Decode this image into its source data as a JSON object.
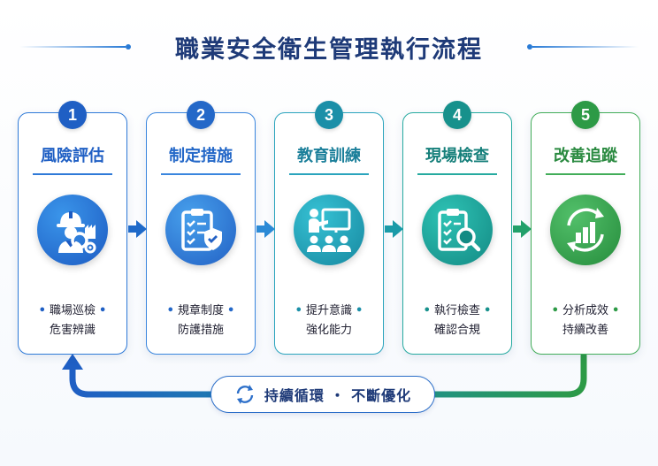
{
  "title": "職業安全衛生管理執行流程",
  "steps": [
    {
      "number": "1",
      "title": "風險評估",
      "line1": "職場巡檢",
      "line2": "危害辨識",
      "color": "#1f5fc4",
      "light": "#2f86e0",
      "icon": "worker-inspection-icon"
    },
    {
      "number": "2",
      "title": "制定措施",
      "line1": "規章制度",
      "line2": "防護措施",
      "color": "#2468c8",
      "light": "#3a8fe0",
      "icon": "clipboard-shield-icon"
    },
    {
      "number": "3",
      "title": "教育訓練",
      "line1": "提升意識",
      "line2": "強化能力",
      "color": "#1b8fa8",
      "light": "#2bb3c8",
      "icon": "training-presentation-icon"
    },
    {
      "number": "4",
      "title": "現場檢查",
      "line1": "執行檢查",
      "line2": "確認合規",
      "color": "#17918c",
      "light": "#22b3a8",
      "icon": "clipboard-magnifier-icon"
    },
    {
      "number": "5",
      "title": "改善追蹤",
      "line1": "分析成效",
      "line2": "持續改善",
      "color": "#2d9a46",
      "light": "#46b860",
      "icon": "cycle-chart-icon"
    }
  ],
  "loop_label": "持續循環 ・ 不斷優化"
}
